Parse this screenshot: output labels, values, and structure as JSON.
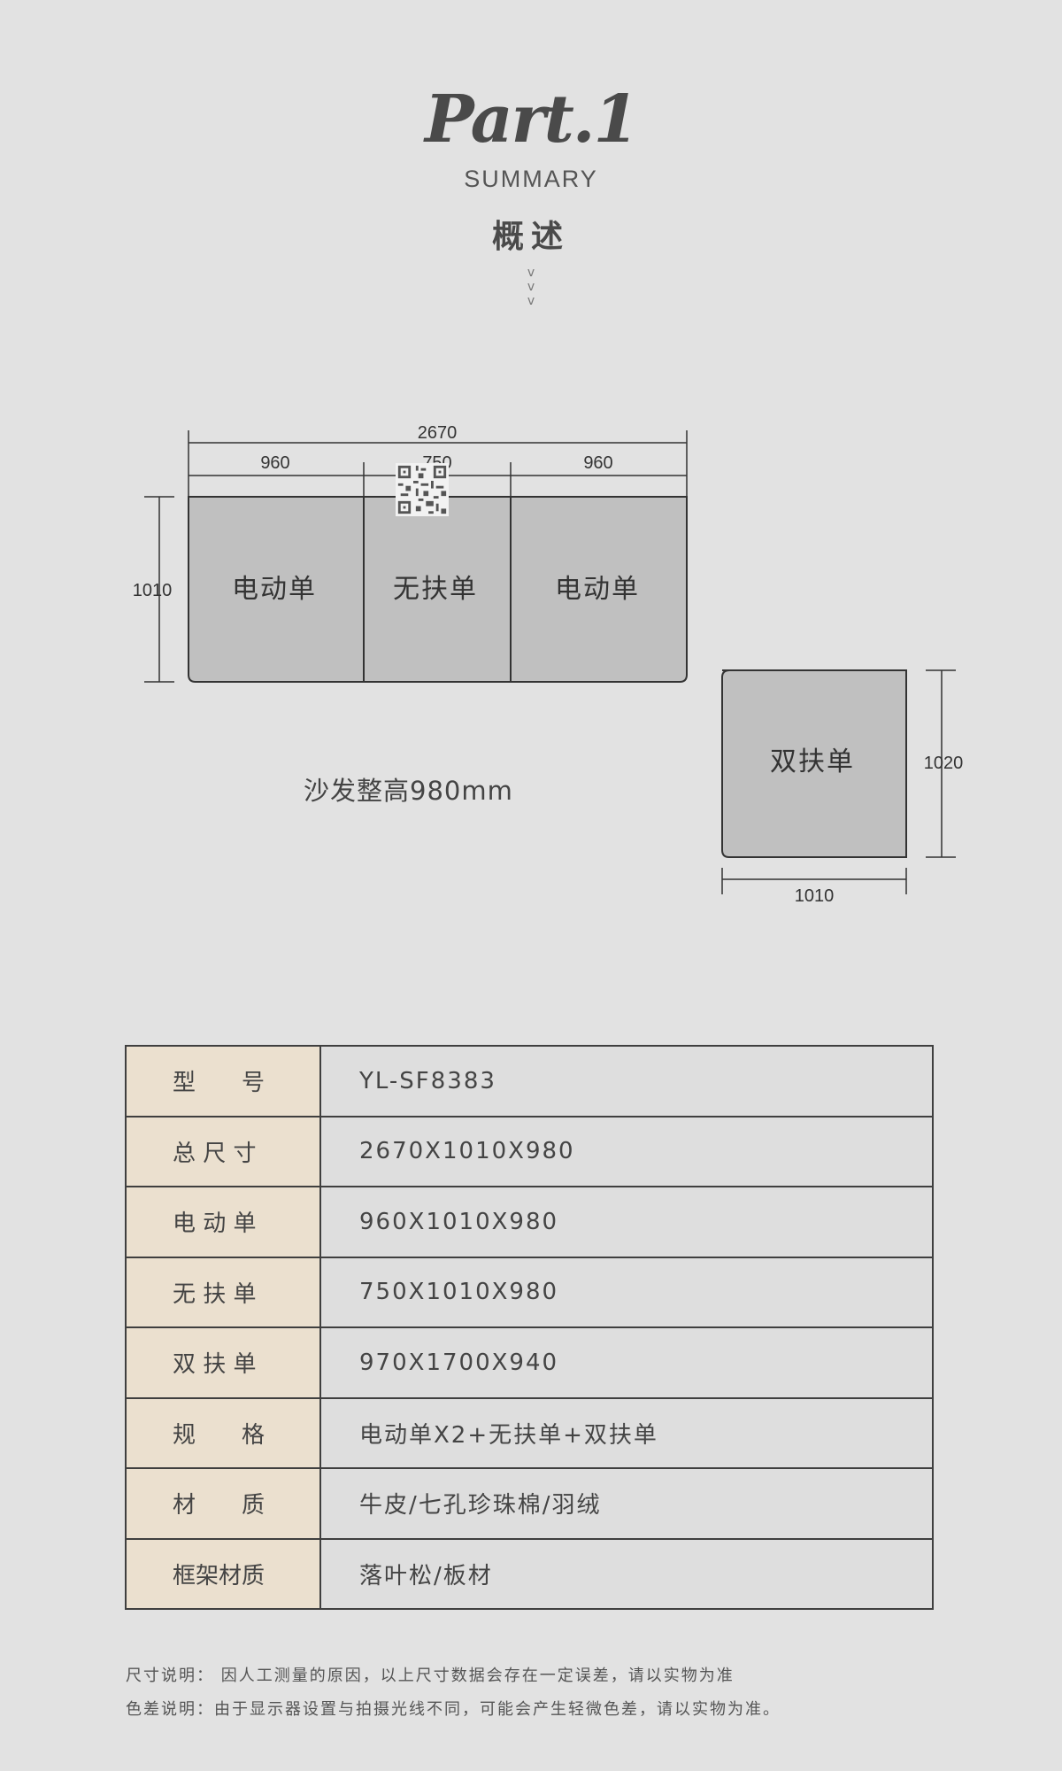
{
  "header": {
    "part": "Part.1",
    "subtitle": "SUMMARY",
    "title_cn": "概述",
    "chevron": "v"
  },
  "diagram": {
    "total_width": "2670",
    "seg_widths": [
      "960",
      "750",
      "960"
    ],
    "depth": "1010",
    "pieces": [
      "电动单",
      "无扶单",
      "电动单"
    ],
    "ottoman_label": "双扶单",
    "ottoman_depth": "1020",
    "ottoman_width": "1010",
    "height_note": "沙发整高980mm",
    "colors": {
      "piece_fill": "#c0c0c0",
      "line": "#333333"
    }
  },
  "spec_table": {
    "rows": [
      {
        "key": "型　　号",
        "value": "YL-SF8383"
      },
      {
        "key": "总 尺 寸",
        "value": "2670X1010X980"
      },
      {
        "key": "电 动 单",
        "value": "960X1010X980"
      },
      {
        "key": "无 扶 单",
        "value": "750X1010X980"
      },
      {
        "key": "双 扶 单",
        "value": "970X1700X940"
      },
      {
        "key": "规　　格",
        "value": "电动单X2+无扶单+双扶单"
      },
      {
        "key": "材　　质",
        "value": "牛皮/七孔珍珠棉/羽绒"
      },
      {
        "key": "框架材质",
        "value": "落叶松/板材"
      }
    ],
    "colors": {
      "key_bg": "#ebe0cf",
      "value_bg": "#dedede",
      "border": "#3f3f3f"
    }
  },
  "footnotes": {
    "size_note": "尺寸说明： 因人工测量的原因，以上尺寸数据会存在一定误差，请以实物为准",
    "color_note": "色差说明：由于显示器设置与拍摄光线不同，可能会产生轻微色差，请以实物为准。"
  }
}
